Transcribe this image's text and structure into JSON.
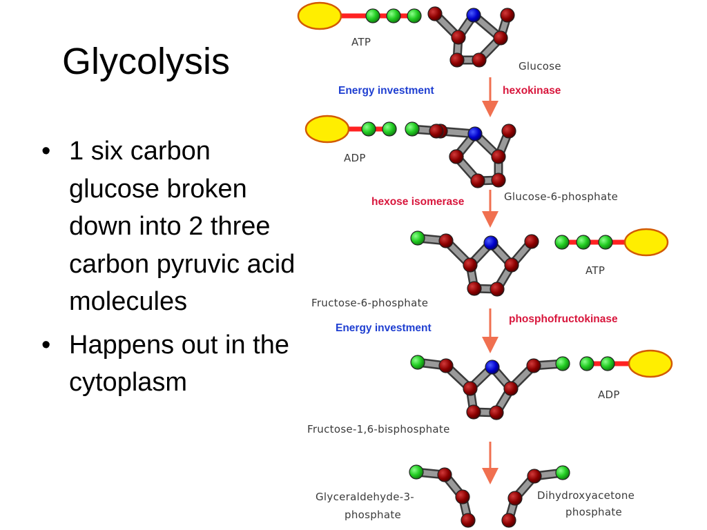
{
  "slide": {
    "title": "Glycolysis",
    "bullets": [
      "1 six carbon glucose broken down into 2 three carbon pyruvic acid molecules",
      "Happens out in the cytoplasm"
    ],
    "bullet_symbol": "•"
  },
  "diagram": {
    "molecules": {
      "atp_1": "ATP",
      "glucose": "Glucose",
      "adp_1": "ADP",
      "g6p": "Glucose-6-phosphate",
      "atp_2": "ATP",
      "f6p": "Fructose-6-phosphate",
      "adp_2": "ADP",
      "f16bp": "Fructose-1,6-bisphosphate",
      "g3p_line1": "Glyceraldehyde-3-",
      "g3p_line2": "phosphate",
      "dhap_line1": "Dihydroxyacetone",
      "dhap_line2": "phosphate"
    },
    "steps": {
      "energy_investment_1": "Energy investment",
      "hexokinase": "hexokinase",
      "hexose_isomerase": "hexose isomerase",
      "energy_investment_2": "Energy investment",
      "phosphofructokinase": "phosphofructokinase"
    },
    "colors": {
      "carbon": "#8b0000",
      "oxygen": "#0000cc",
      "phosphate": "#22cc22",
      "adenosine": "#ffee00",
      "high_energy_bond": "#ff2222",
      "arrow": "#f07050",
      "investment_text": "#1f3fd1",
      "enzyme_text": "#d8163c"
    }
  }
}
